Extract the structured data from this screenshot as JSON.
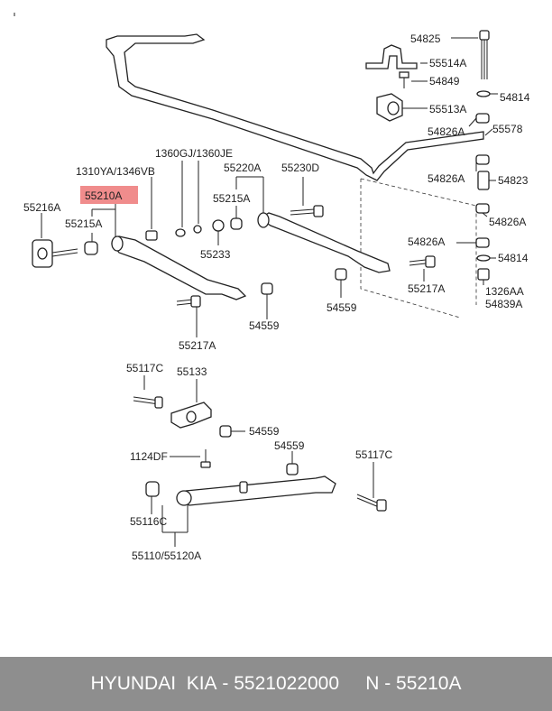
{
  "labels": {
    "l54825": "54825",
    "l55514A": "55514A",
    "l54849": "54849",
    "l54814a": "54814",
    "l55513A": "55513A",
    "l54826Aa": "54826A",
    "l55578": "55578",
    "l1360": "1360GJ/1360JE",
    "l55220A": "55220A",
    "l1310": "1310YA/1346VB",
    "l55230D": "55230D",
    "l54826Ab": "54826A",
    "l54823": "54823",
    "l55210A": "55210A",
    "l55215Aa": "55215A",
    "l55216A": "55216A",
    "l55215Ab": "55215A",
    "l54826Ac": "54826A",
    "l54826Ad": "54826A",
    "l55233": "55233",
    "l54814b": "54814",
    "l1326AA": "1326AA",
    "l54839A": "54839A",
    "l55217Aa": "55217A",
    "l54559a": "54559",
    "l54559b": "54559",
    "l55217Ab": "55217A",
    "l55117Ca": "55117C",
    "l55133": "55133",
    "l54559c": "54559",
    "l1124DF": "1124DF",
    "l54559d": "54559",
    "l55117Cb": "55117C",
    "l55116C": "55116C",
    "l55110": "55110/55120A"
  },
  "highlight_color": "#f08c8c",
  "footer": {
    "brand": "HYUNDAI",
    "make": "KIA",
    "part_number": "5521022000",
    "ref": "N - 55210A"
  }
}
